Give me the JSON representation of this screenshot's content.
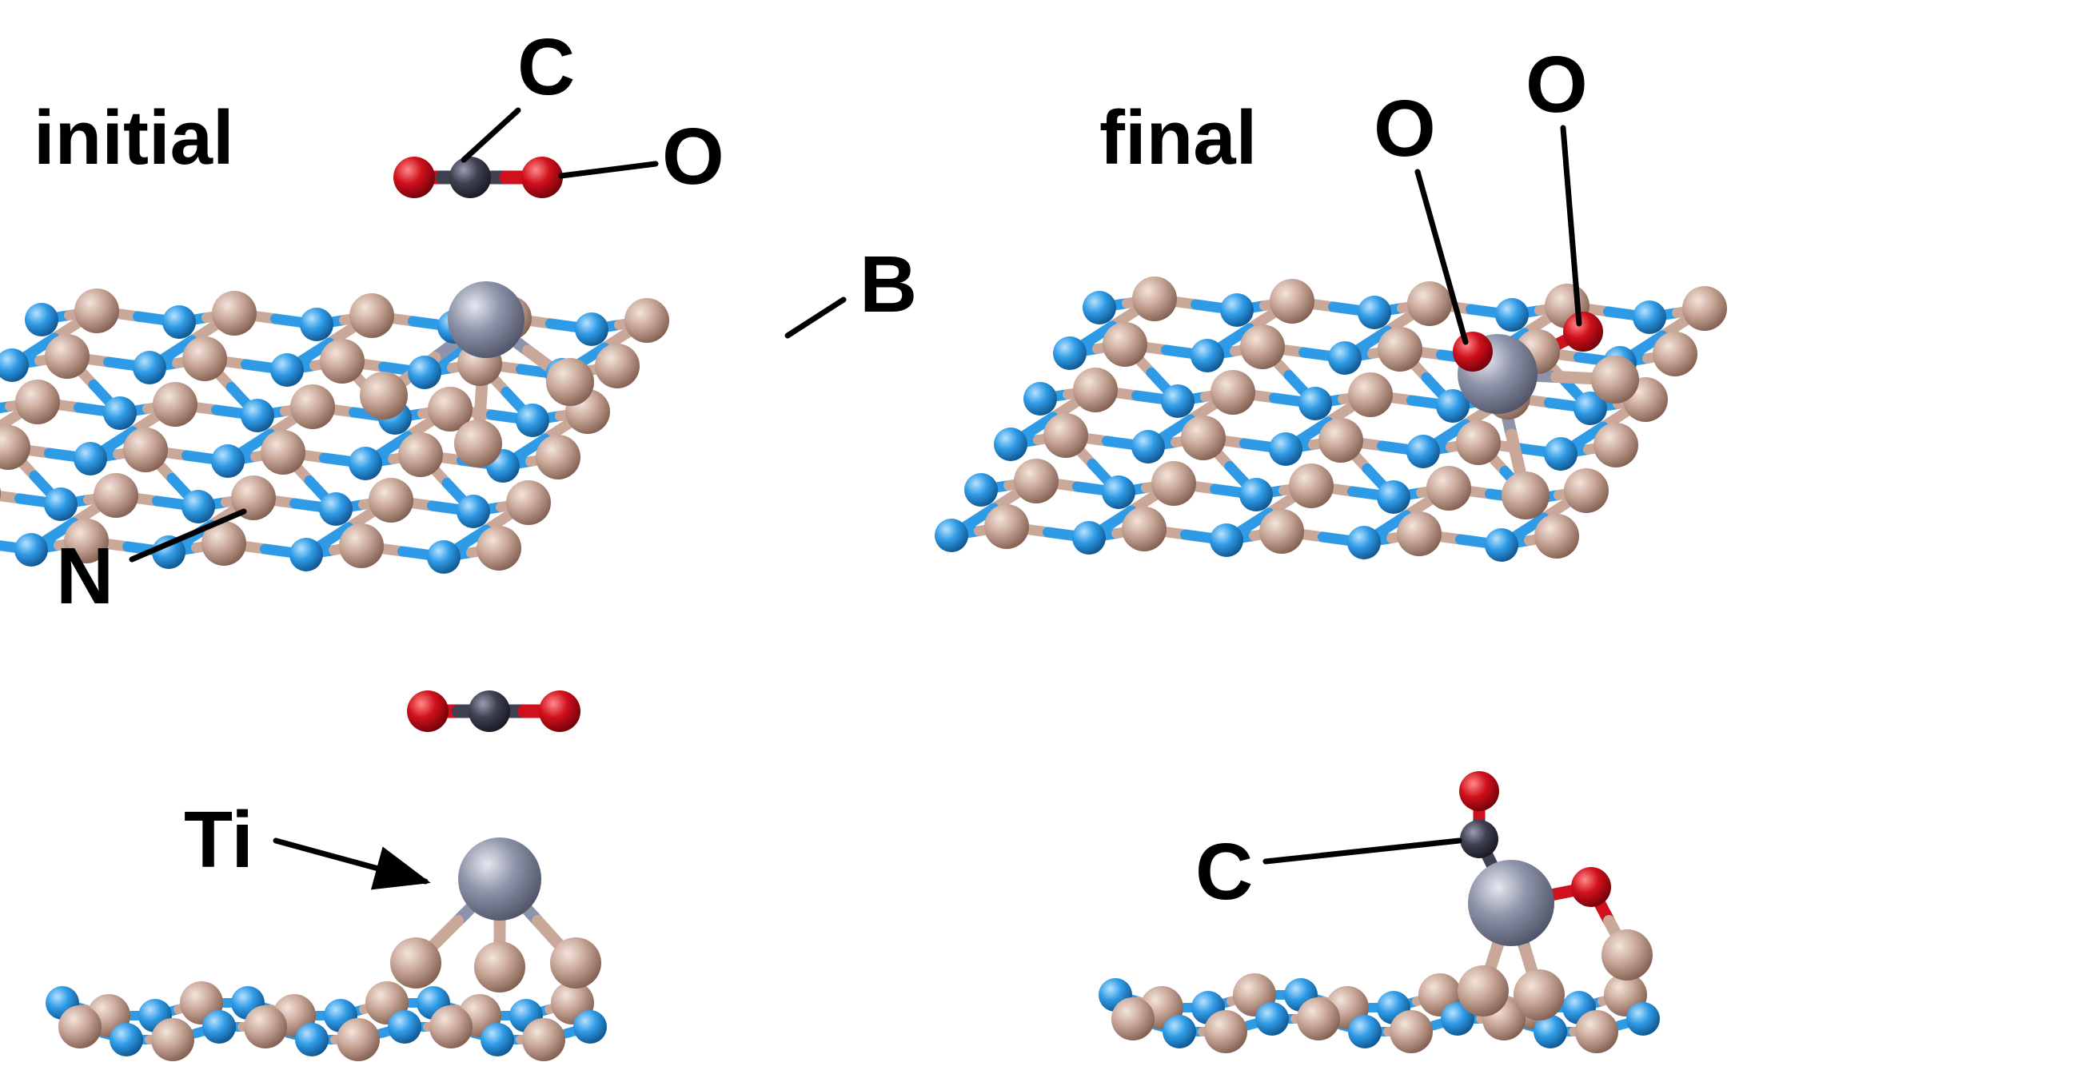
{
  "figure": {
    "colors": {
      "boron": "#c9a89a",
      "boron_shade": "#7d5a4c",
      "nitrogen": "#2f9be6",
      "nitrogen_shade": "#0d4f87",
      "titanium": "#8d93a8",
      "titanium_shade": "#4b5064",
      "carbon": "#3f4050",
      "carbon_shade": "#15161f",
      "oxygen": "#d0101c",
      "oxygen_shade": "#6a0008",
      "label": "#000000"
    },
    "panels": [
      {
        "id": "initial-top",
        "view": "top",
        "title": "initial",
        "labels": [
          "C",
          "O",
          "B",
          "N"
        ]
      },
      {
        "id": "final-top",
        "view": "top",
        "title": "final",
        "labels": [
          "O",
          "O"
        ]
      },
      {
        "id": "initial-side",
        "view": "side",
        "title": "",
        "labels": [
          "Ti"
        ]
      },
      {
        "id": "final-side",
        "view": "side",
        "title": "",
        "labels": [
          "C"
        ]
      }
    ]
  }
}
